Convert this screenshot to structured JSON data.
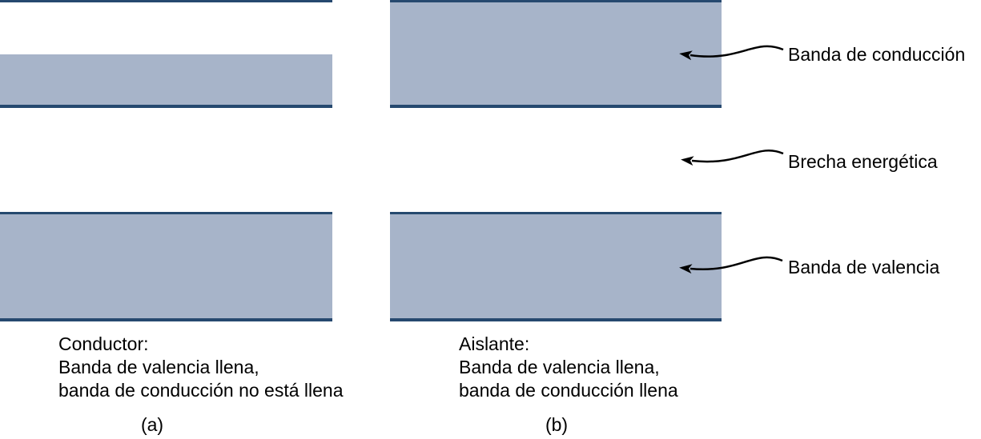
{
  "figure": {
    "panel_a": {
      "index_label": "(a)",
      "caption": {
        "line1": "Conductor:",
        "line2": "Banda de valencia llena,",
        "line3": "banda de conducción no está llena"
      }
    },
    "panel_b": {
      "index_label": "(b)",
      "caption": {
        "line1": "Aislante:",
        "line2": "Banda de valencia llena,",
        "line3": "banda de conducción llena"
      }
    },
    "annotations": {
      "conduction": "Banda de conducción",
      "gap": "Brecha energética",
      "valence": "Banda de valencia"
    },
    "colors": {
      "band_fill": "#a7b4c9",
      "band_border": "#26496f",
      "text": "#000000",
      "arrow": "#000000"
    }
  }
}
